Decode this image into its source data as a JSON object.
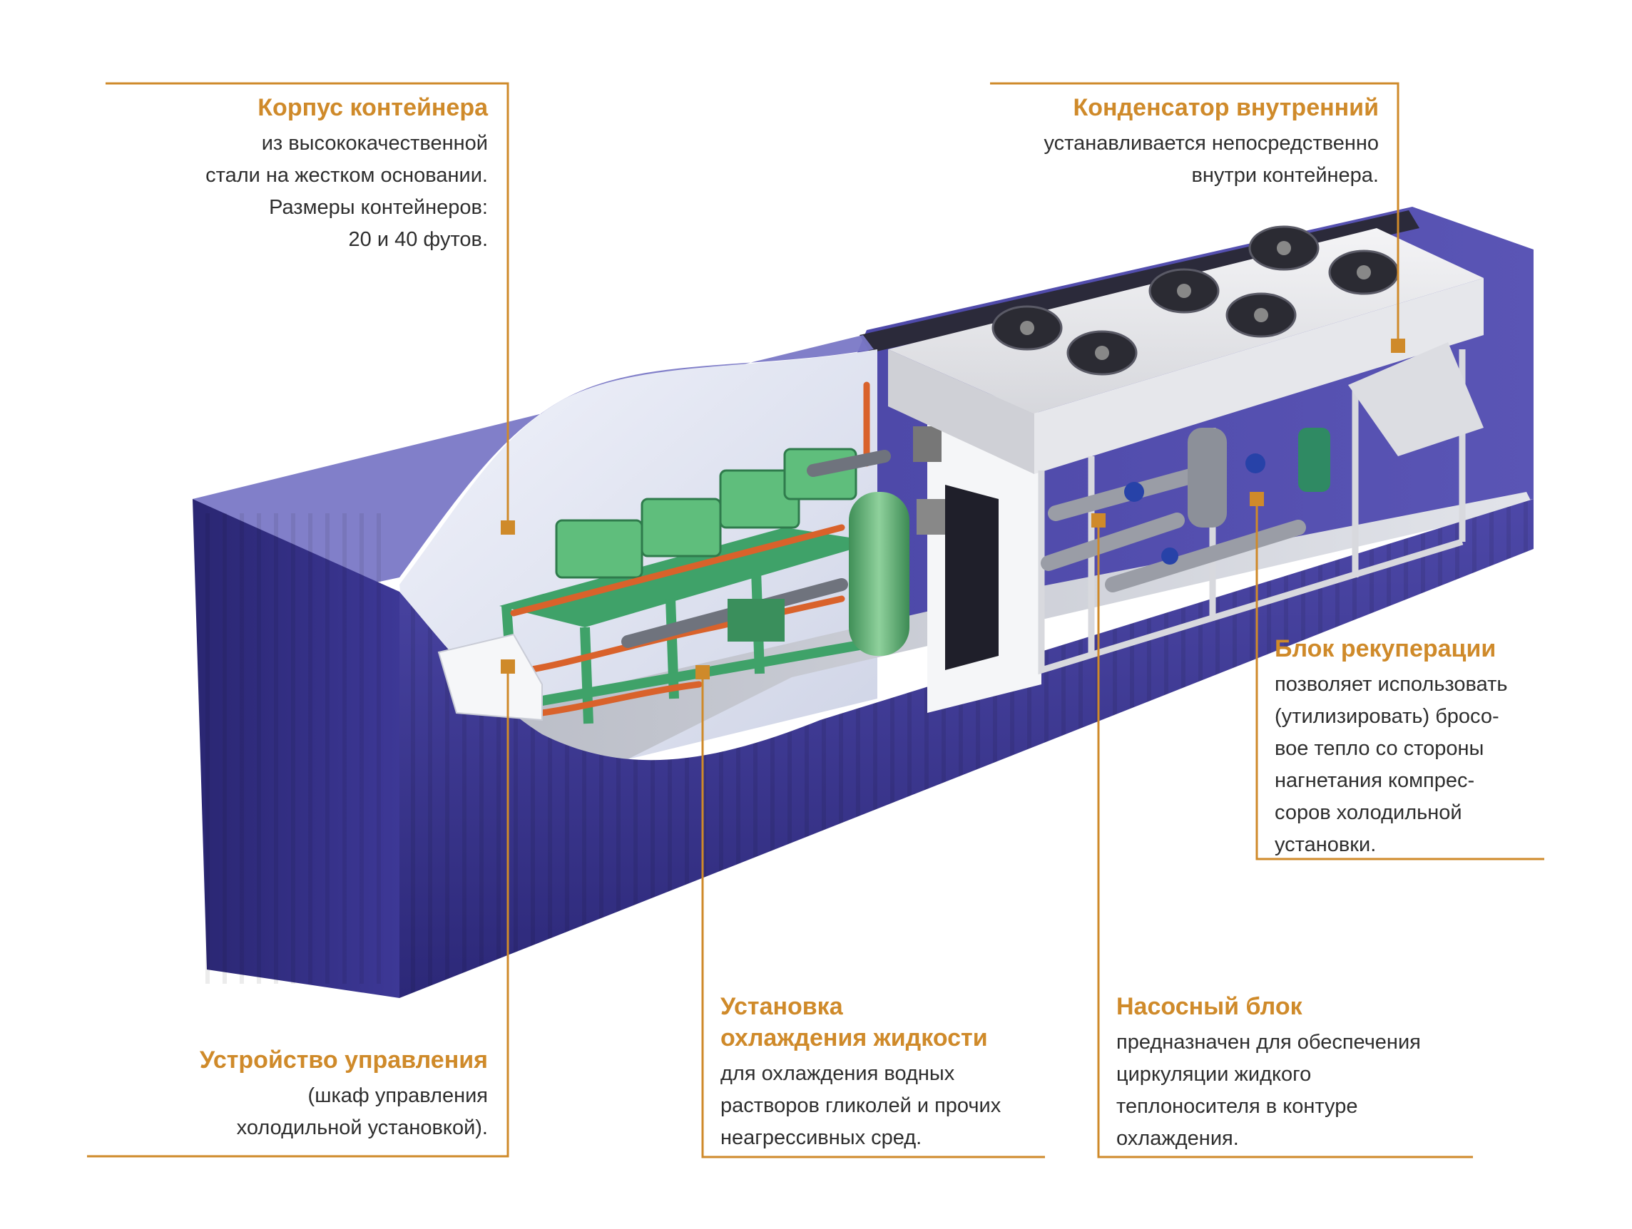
{
  "colors": {
    "accent": "#cf8a2a",
    "text": "#2e2e2e",
    "container_blue": "#3a3591",
    "equipment_green": "#4fa86a",
    "pipe_orange": "#d9622b"
  },
  "callouts": {
    "housing": {
      "title": "Корпус контейнера",
      "lines": [
        "из высококачественной",
        "стали на жестком основании.",
        "Размеры контейнеров:",
        "20 и 40 футов."
      ]
    },
    "condenser": {
      "title": "Конденсатор внутренний",
      "lines": [
        "устанавливается непосредственно",
        "внутри контейнера."
      ]
    },
    "recuperation": {
      "title": "Блок рекуперации",
      "lines": [
        "позволяет использовать",
        "(утилизировать) бросо-",
        "вое тепло со стороны",
        "нагнетания компрес-",
        "соров холодильной",
        "установки."
      ]
    },
    "control": {
      "title": "Устройство управления",
      "lines": [
        "(шкаф управления",
        "холодильной установкой)."
      ]
    },
    "chiller": {
      "title_lines": [
        "Установка",
        "охлаждения жидкости"
      ],
      "lines": [
        "для охлаждения водных",
        "растворов гликолей и прочих",
        "неагрессивных сред."
      ]
    },
    "pump": {
      "title": "Насосный блок",
      "lines": [
        "предназначен для обеспечения",
        "циркуляции жидкого",
        "теплоносителя в контуре",
        "охлаждения."
      ]
    }
  }
}
